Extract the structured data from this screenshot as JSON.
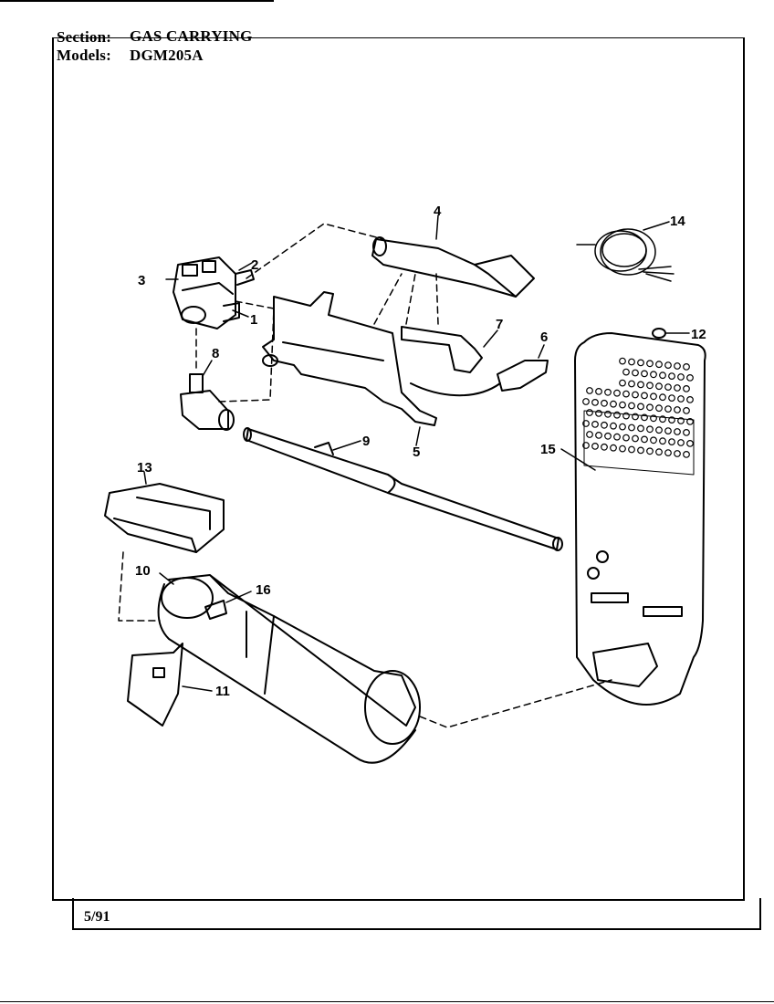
{
  "header": {
    "section_label": "Section:",
    "section_value": "GAS CARRYING",
    "models_label": "Models:",
    "models_value": "DGM205A"
  },
  "footer": {
    "date": "5/91"
  },
  "callouts": [
    "1",
    "2",
    "3",
    "4",
    "5",
    "6",
    "7",
    "8",
    "9",
    "10",
    "11",
    "12",
    "13",
    "14",
    "15",
    "16"
  ]
}
